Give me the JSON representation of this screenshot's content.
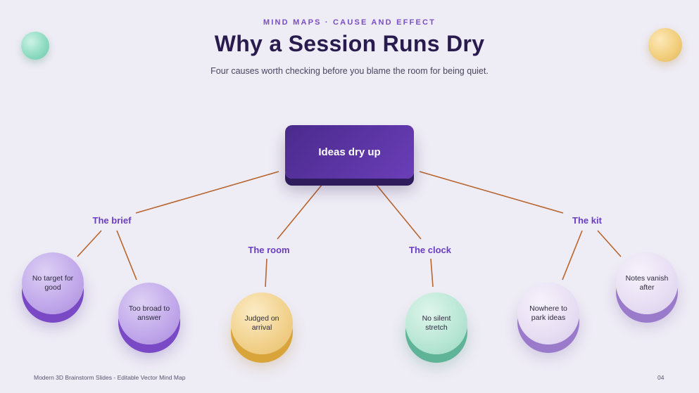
{
  "header": {
    "kicker": "MIND MAPS · CAUSE AND EFFECT",
    "title": "Why a Session Runs Dry",
    "subtitle": "Four causes worth checking before you blame the room for being quiet."
  },
  "mindmap": {
    "center": "Ideas dry up",
    "branches": [
      {
        "label": "The brief",
        "leaves": [
          "No target for good",
          "Too broad to answer"
        ],
        "color": "#7a4ac6"
      },
      {
        "label": "The room",
        "leaves": [
          "Judged on arrival"
        ],
        "color": "#d9a43a"
      },
      {
        "label": "The clock",
        "leaves": [
          "No silent stretch"
        ],
        "color": "#5fb498"
      },
      {
        "label": "The kit",
        "leaves": [
          "Nowhere to park ideas",
          "Notes vanish after"
        ],
        "color": "#9a7bcb"
      }
    ],
    "connector_color": "#b8652f"
  },
  "footer": {
    "left": "Modern 3D Brainstorm Slides - Editable Vector Mind Map",
    "page_number": "04"
  }
}
